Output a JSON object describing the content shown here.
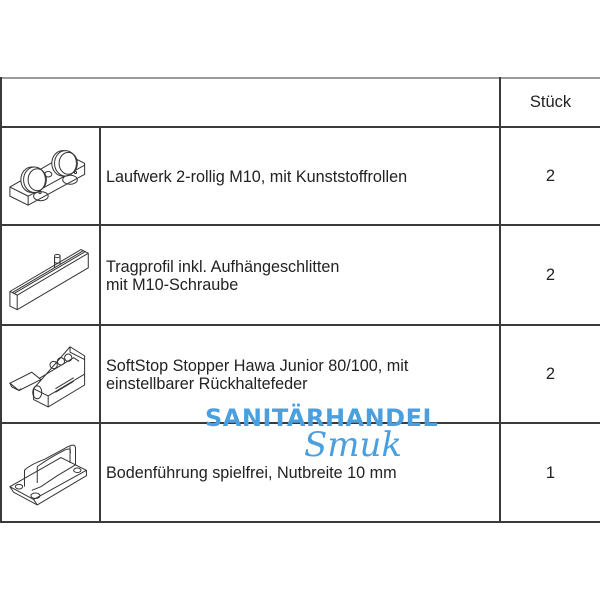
{
  "table": {
    "header": {
      "description": "",
      "quantity": "Stück"
    },
    "rows": [
      {
        "icon": "running-gear-2-roller-icon",
        "description": "Laufwerk 2-rollig M10, mit Kunststoffrollen",
        "quantity": "2"
      },
      {
        "icon": "support-profile-icon",
        "description": "Tragprofil inkl. Aufhängeschlitten\nmit M10-Schraube",
        "quantity": "2"
      },
      {
        "icon": "softstop-stopper-icon",
        "description": "SoftStop Stopper Hawa Junior 80/100, mit\neinstellbarer Rückhaltefeder",
        "quantity": "2"
      },
      {
        "icon": "floor-guide-icon",
        "description": "Bodenführung spielfrei, Nutbreite 10 mm",
        "quantity": "1"
      }
    ]
  },
  "watermark": {
    "line1": "SANITÄRHANDEL",
    "line2": "Smuk",
    "color": "#4a9fdf"
  }
}
